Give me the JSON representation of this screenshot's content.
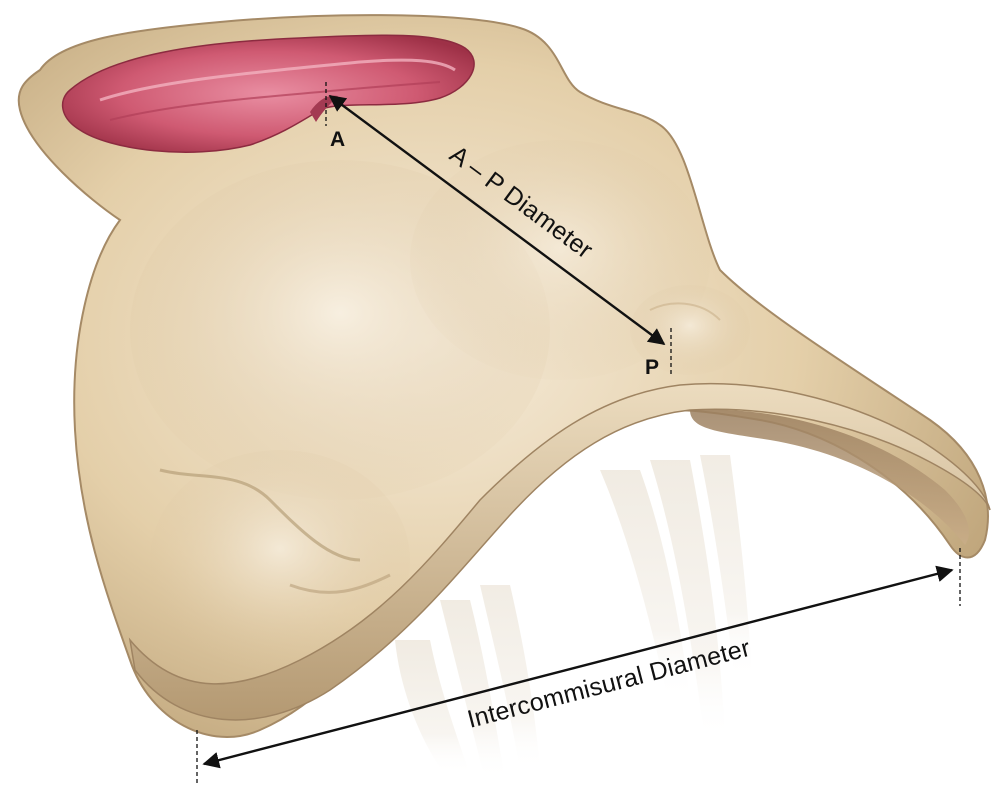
{
  "diagram": {
    "labels": {
      "anterior": "A",
      "posterior": "P",
      "ap_diameter": "A – P Diameter",
      "intercommissural_diameter": "Intercommisural Diameter"
    },
    "colors": {
      "tissue_base": "#e6d2ad",
      "tissue_light": "#f3e8d4",
      "tissue_shadow": "#b39b74",
      "tissue_edge": "#8f7655",
      "aorta_inner": "#c74a63",
      "aorta_light": "#e58da0",
      "chordae": "#f4f1ec",
      "annotation": "#111111",
      "background": "#ffffff"
    }
  }
}
